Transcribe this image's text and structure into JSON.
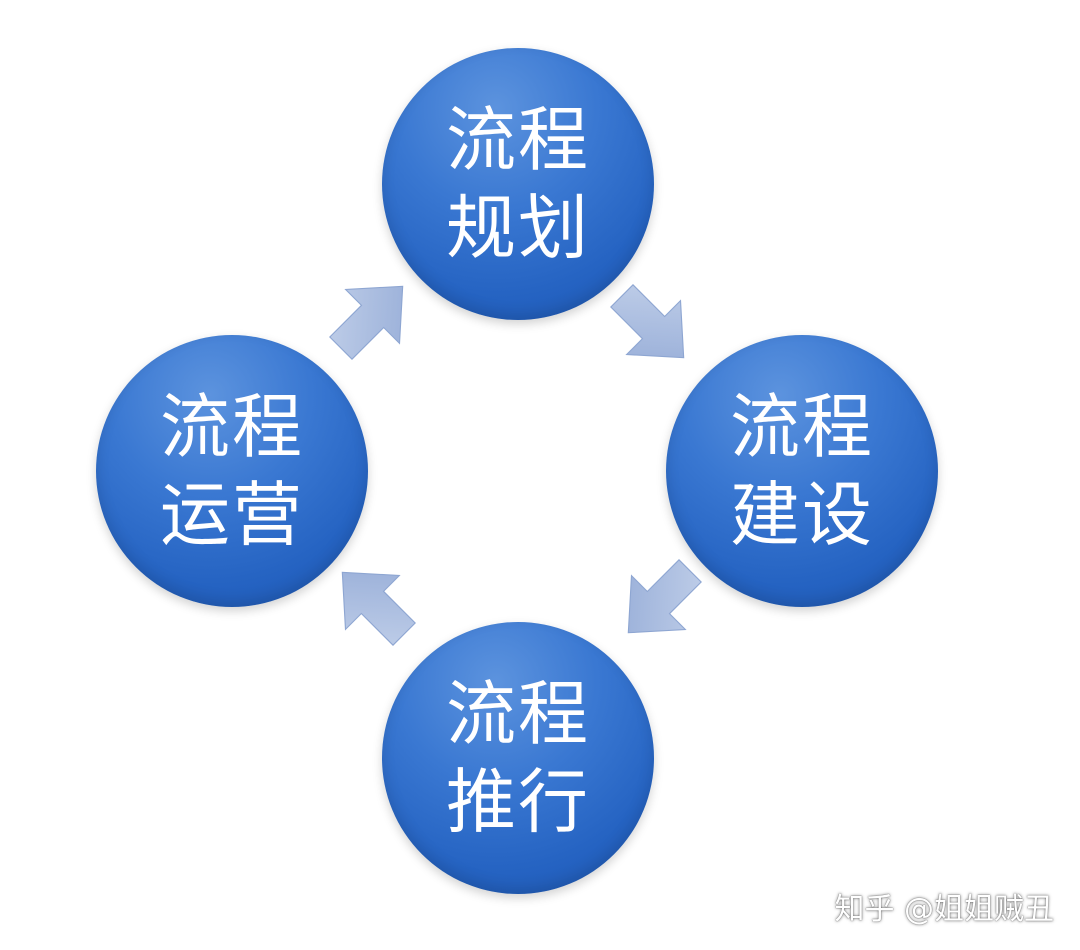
{
  "diagram": {
    "nodes": [
      {
        "id": "planning",
        "lines": [
          "流程",
          "规划"
        ]
      },
      {
        "id": "building",
        "lines": [
          "流程",
          "建设"
        ]
      },
      {
        "id": "promotion",
        "lines": [
          "流程",
          "推行"
        ]
      },
      {
        "id": "operation",
        "lines": [
          "流程",
          "运营"
        ]
      }
    ],
    "cycle": [
      "planning",
      "building",
      "promotion",
      "operation"
    ],
    "colors": {
      "node_fill": "#2e6ccb",
      "node_highlight": "#5c93de",
      "arrow_fill": "#a9bde0",
      "text": "#ffffff"
    }
  },
  "watermark": "知乎 @姐姐贼丑"
}
